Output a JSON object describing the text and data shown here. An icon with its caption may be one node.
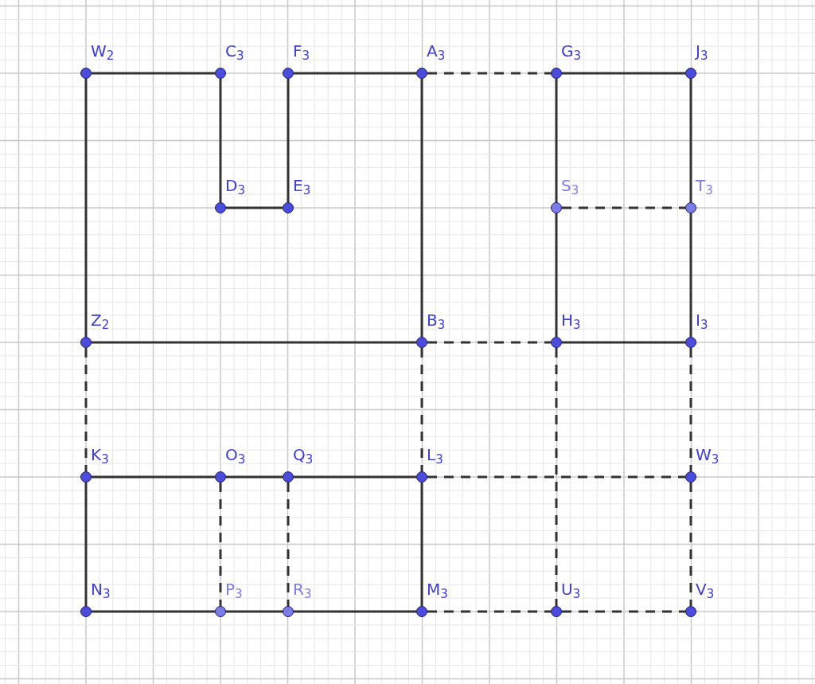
{
  "diagram": {
    "nodes": [
      {
        "text": [
          "W$_{2}$"
        ]
      },
      {
        "text": [
          "C$_{3}$"
        ]
      },
      {
        "text": [
          "F$_{3}$"
        ]
      },
      {
        "text": [
          "A$_{3}$"
        ]
      },
      {
        "text": [
          "G$_{3}$"
        ]
      },
      {
        "text": [
          "J$_{3}$"
        ]
      },
      {
        "text": [
          "D$_{3}$"
        ]
      },
      {
        "text": [
          "E$_{3}$"
        ]
      },
      {
        "text": [
          "S$_{3}$"
        ]
      },
      {
        "text": [
          "T$_{3}$"
        ]
      },
      {
        "text": [
          "Z$_{2}$"
        ]
      },
      {
        "text": [
          "B$_{3}$"
        ]
      },
      {
        "text": [
          "H$_{3}$"
        ]
      },
      {
        "text": [
          "I$_{3}$"
        ]
      },
      {
        "text": [
          "K$_{3}$"
        ]
      },
      {
        "text": [
          "O$_{3}$"
        ]
      },
      {
        "text": [
          "Q$_{3}$"
        ]
      },
      {
        "text": [
          "L$_{3}$"
        ]
      },
      {
        "text": [
          "W$_{3}$"
        ]
      },
      {
        "text": [
          "N$_{3}$"
        ]
      },
      {
        "text": [
          "P$_{3}$"
        ]
      },
      {
        "text": [
          "R$_{3}$"
        ]
      },
      {
        "text": [
          "M$_{3}$"
        ]
      },
      {
        "text": [
          "U$_{3}$"
        ]
      },
      {
        "text": [
          "V$_{3}$"
        ]
      }
    ],
    "edges": [
      {
        "from": 0,
        "to": 1,
        "arrow": "none"
      },
      {
        "from": 1,
        "to": 6,
        "arrow": "none"
      },
      {
        "from": 6,
        "to": 7,
        "arrow": "none"
      },
      {
        "from": 7,
        "to": 2,
        "arrow": "none"
      },
      {
        "from": 2,
        "to": 3,
        "arrow": "none"
      },
      {
        "from": 3,
        "to": 11,
        "arrow": "none"
      },
      {
        "from": 0,
        "to": 10,
        "arrow": "none"
      },
      {
        "from": 10,
        "to": 11,
        "arrow": "none"
      },
      {
        "from": 4,
        "to": 5,
        "arrow": "none"
      },
      {
        "from": 4,
        "to": 8,
        "arrow": "none"
      },
      {
        "from": 8,
        "to": 12,
        "arrow": "none"
      },
      {
        "from": 5,
        "to": 9,
        "arrow": "none"
      },
      {
        "from": 9,
        "to": 13,
        "arrow": "none"
      },
      {
        "from": 12,
        "to": 13,
        "arrow": "none"
      },
      {
        "from": 14,
        "to": 15,
        "arrow": "none"
      },
      {
        "from": 15,
        "to": 16,
        "arrow": "none"
      },
      {
        "from": 16,
        "to": 17,
        "arrow": "none"
      },
      {
        "from": 14,
        "to": 19,
        "arrow": "none"
      },
      {
        "from": 19,
        "to": 20,
        "arrow": "none"
      },
      {
        "from": 20,
        "to": 21,
        "arrow": "none"
      },
      {
        "from": 21,
        "to": 22,
        "arrow": "none"
      },
      {
        "from": 17,
        "to": 22,
        "arrow": "none"
      },
      {
        "from": 3,
        "to": 4,
        "arrow": "none",
        "style": "dashed"
      },
      {
        "from": 8,
        "to": 9,
        "arrow": "none",
        "style": "dashed"
      },
      {
        "from": 11,
        "to": 12,
        "arrow": "none",
        "style": "dashed"
      },
      {
        "from": 10,
        "to": 14,
        "arrow": "none",
        "style": "dashed"
      },
      {
        "from": 11,
        "to": 17,
        "arrow": "none",
        "style": "dashed"
      },
      {
        "from": 12,
        "to": 23,
        "arrow": "none",
        "style": "dashed"
      },
      {
        "from": 13,
        "to": 18,
        "arrow": "none",
        "style": "dashed"
      },
      {
        "from": 17,
        "to": 18,
        "arrow": "none",
        "style": "dashed"
      },
      {
        "from": 18,
        "to": 24,
        "arrow": "none",
        "style": "dashed"
      },
      {
        "from": 15,
        "to": 20,
        "arrow": "none",
        "style": "dashed"
      },
      {
        "from": 16,
        "to": 21,
        "arrow": "none",
        "style": "dashed"
      },
      {
        "from": 22,
        "to": 23,
        "arrow": "none",
        "style": "dashed"
      },
      {
        "from": 23,
        "to": 24,
        "arrow": "none",
        "style": "dashed"
      }
    ]
  }
}
